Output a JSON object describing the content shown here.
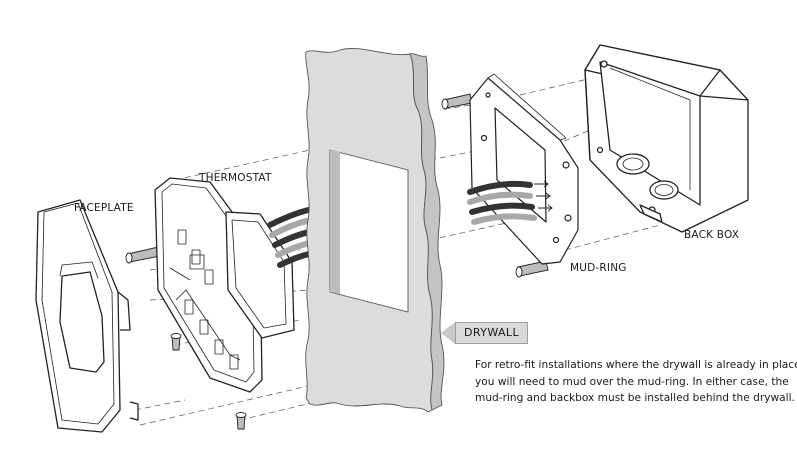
{
  "labels": {
    "faceplate": "FACEPLATE",
    "thermostat": "THERMOSTAT",
    "back_box": "BACK BOX",
    "mud_ring": "MUD-RING",
    "drywall": "DRYWALL"
  },
  "note": {
    "line1": "For retro-fit installations where the drywall is already in place,",
    "line2": "you will need to mud over the mud-ring. In either case, the",
    "line3": "mud-ring and backbox must be installed behind the drywall."
  },
  "colors": {
    "drywall_fill": "#dcdcdc",
    "drywall_tag": "#d9d9d9",
    "wire_dark": "#3a3a3a",
    "wire_light": "#a8a8a8",
    "line": "#222222"
  }
}
